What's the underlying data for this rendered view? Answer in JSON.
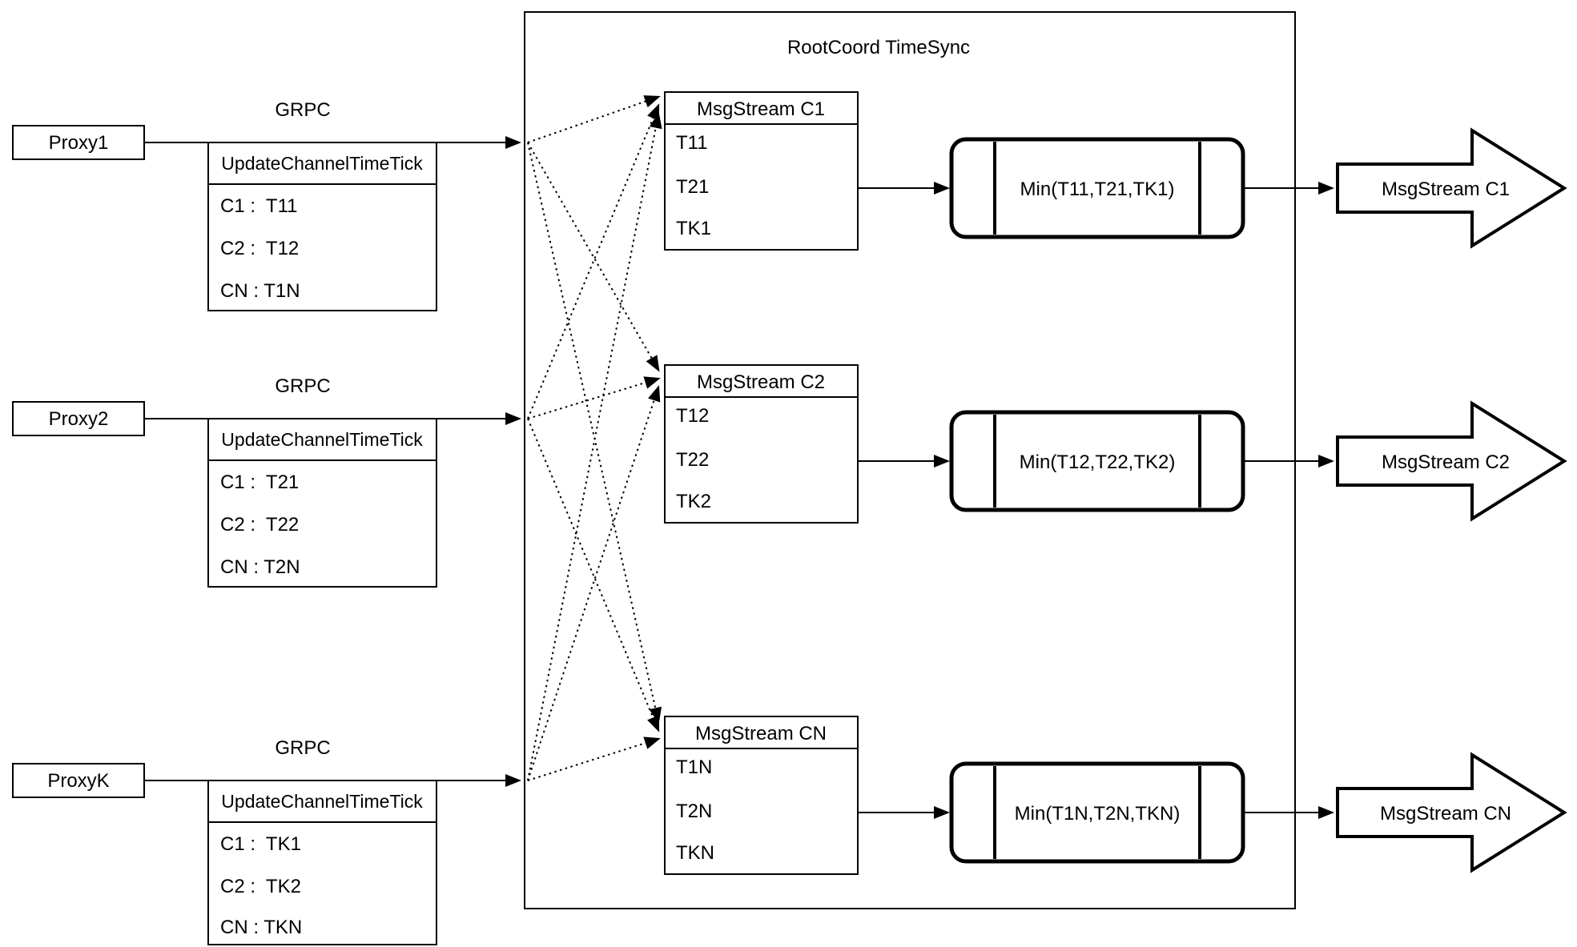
{
  "root": {
    "title": "RootCoord TimeSync"
  },
  "colors": {
    "stroke": "#000000",
    "background": "#ffffff"
  },
  "proxies": [
    {
      "label": "Proxy1",
      "protocol": "GRPC",
      "message": {
        "header": "UpdateChannelTimeTick",
        "rows": [
          "C1 :  T11",
          "C2 :  T12",
          "CN : T1N"
        ]
      }
    },
    {
      "label": "Proxy2",
      "protocol": "GRPC",
      "message": {
        "header": "UpdateChannelTimeTick",
        "rows": [
          "C1 :  T21",
          "C2 :  T22",
          "CN : T2N"
        ]
      }
    },
    {
      "label": "ProxyK",
      "protocol": "GRPC",
      "message": {
        "header": "UpdateChannelTimeTick",
        "rows": [
          "C1 :  TK1",
          "C2 :  TK2",
          "CN : TKN"
        ]
      }
    }
  ],
  "streams": [
    {
      "table": {
        "header": "MsgStream C1",
        "rows": [
          "T11",
          "T21",
          "TK1"
        ]
      },
      "min_label": "Min(T11,T21,TK1)",
      "output_label": "MsgStream C1"
    },
    {
      "table": {
        "header": "MsgStream C2",
        "rows": [
          "T12",
          "T22",
          "TK2"
        ]
      },
      "min_label": "Min(T12,T22,TK2)",
      "output_label": "MsgStream C2"
    },
    {
      "table": {
        "header": "MsgStream CN",
        "rows": [
          "T1N",
          "T2N",
          "TKN"
        ]
      },
      "min_label": "Min(T1N,T2N,TKN)",
      "output_label": "MsgStream CN"
    }
  ]
}
